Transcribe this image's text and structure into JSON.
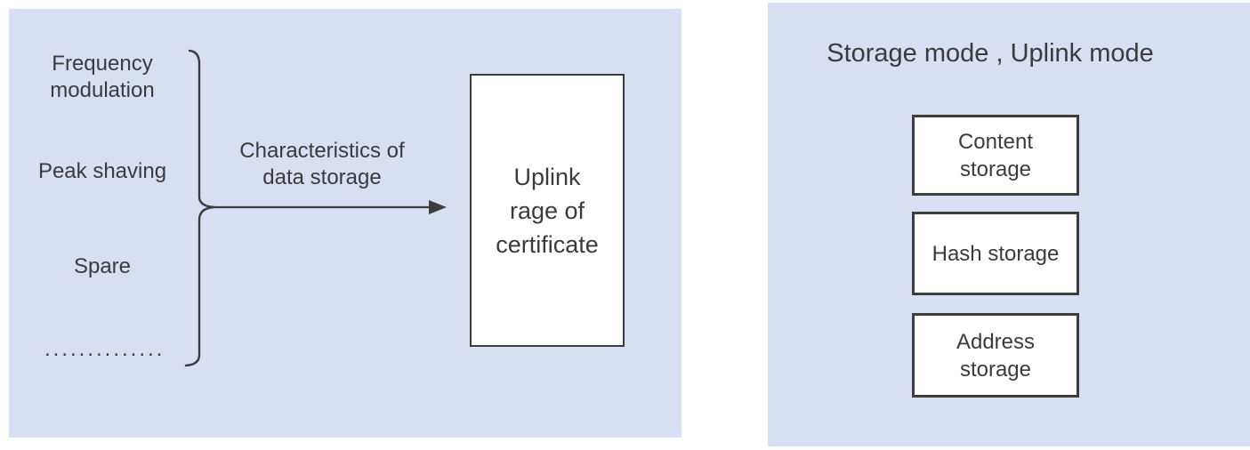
{
  "figure": {
    "left_panel": {
      "source_items": [
        {
          "label": "Frequency\nmodulation"
        },
        {
          "label": "Peak shaving"
        },
        {
          "label": "Spare"
        },
        {
          "label": ".............."
        }
      ],
      "arrow_label": "Characteristics of\ndata storage",
      "target_box_label": "Uplink\nrage of\ncertificate"
    },
    "right_panel": {
      "title": "Storage mode , Uplink mode",
      "boxes": [
        {
          "label": "Content\nstorage"
        },
        {
          "label": "Hash storage"
        },
        {
          "label": "Address\nstorage"
        }
      ]
    },
    "icons": {
      "brace": "curly-brace-icon",
      "arrow": "right-arrow-icon"
    },
    "colors": {
      "panel_bg": "#d9dff2",
      "box_bg": "#ffffff",
      "stroke": "#3d3d3d",
      "text": "#3b3b3b"
    }
  }
}
